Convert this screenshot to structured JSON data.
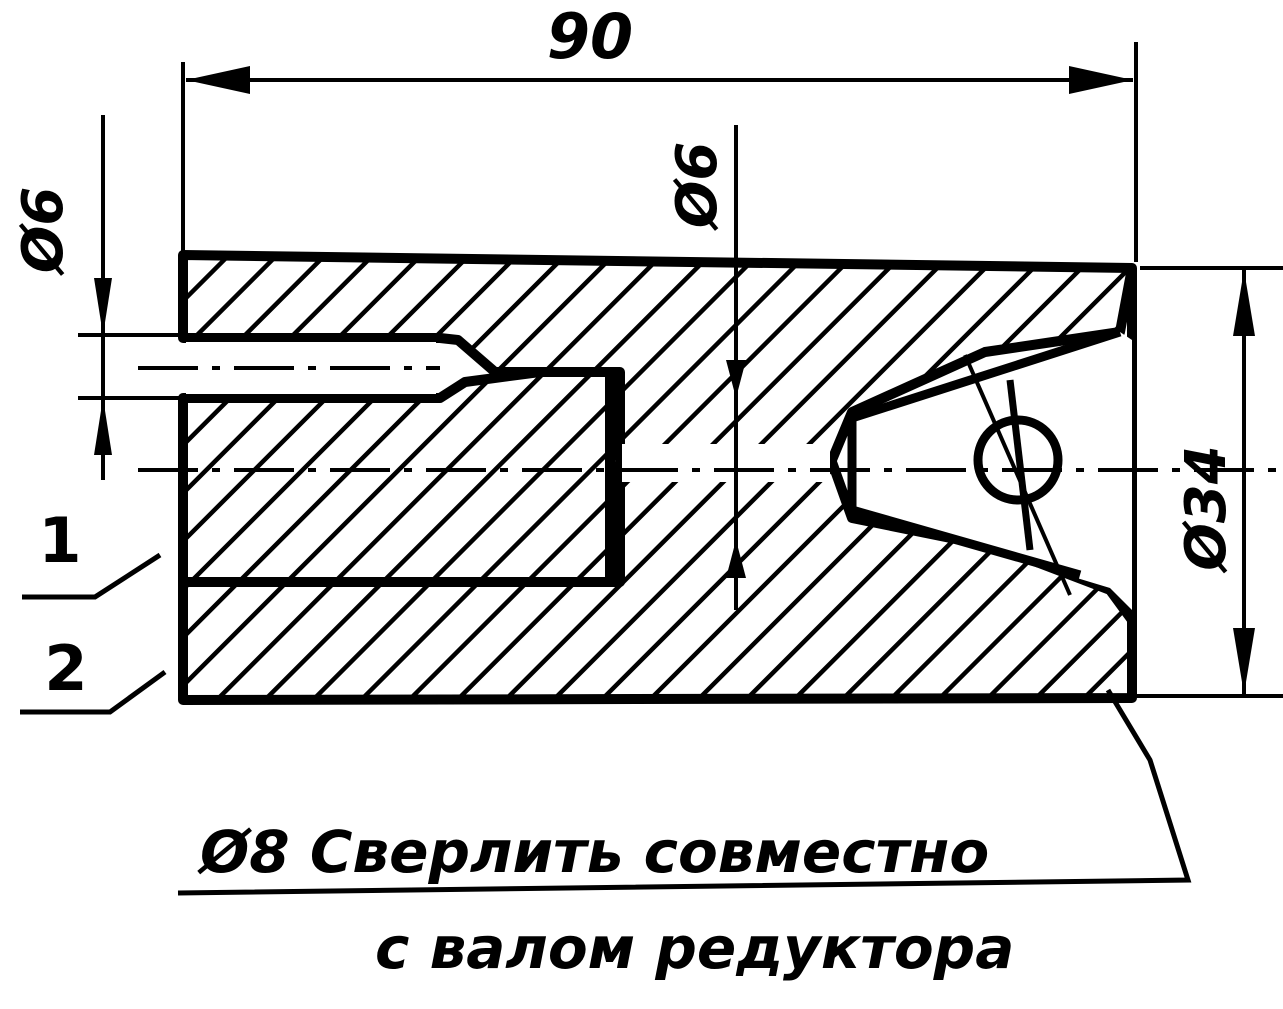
{
  "dimensions": {
    "overall_length": "90",
    "left_hole_diameter": "Ø6",
    "center_hole_diameter": "Ø6",
    "outer_diameter": "Ø34"
  },
  "part_labels": {
    "part1": "1",
    "part2": "2"
  },
  "note": {
    "line1": "Ø8  Сверлить совместно",
    "line2": "с валом редуктора"
  },
  "colors": {
    "ink": "#000000",
    "paper": "#ffffff"
  }
}
